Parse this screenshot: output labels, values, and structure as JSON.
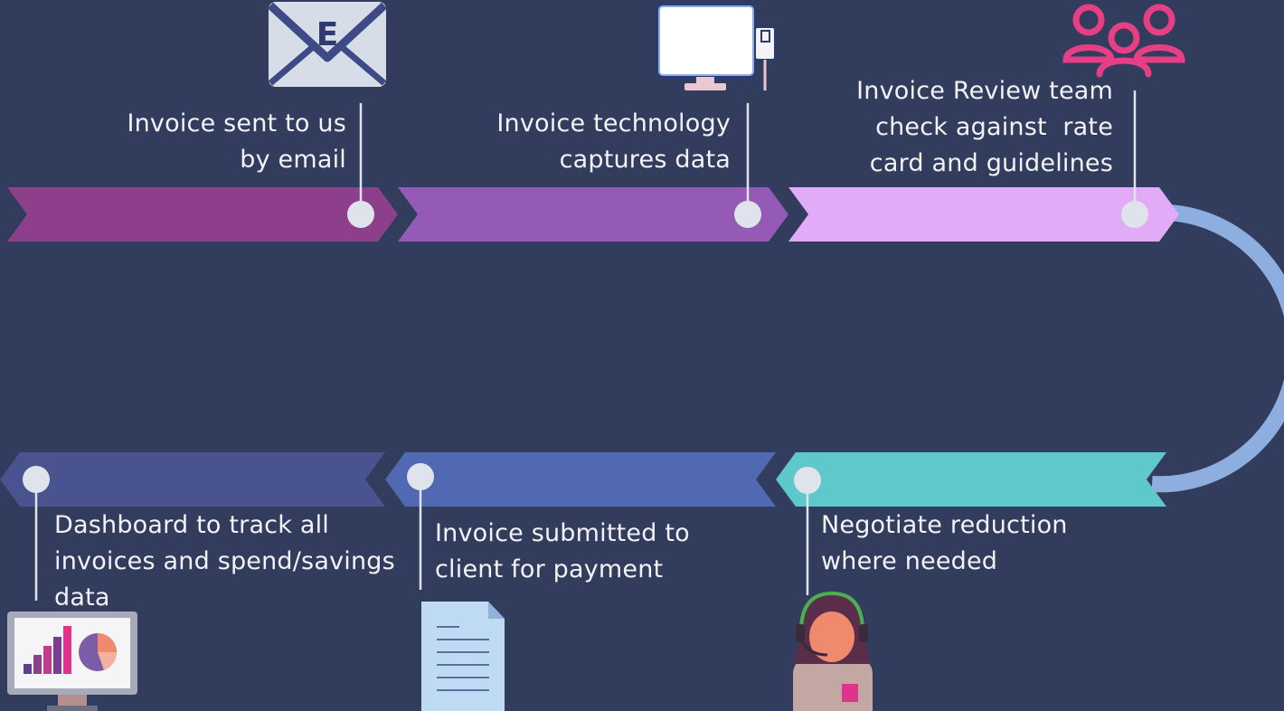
{
  "colors": {
    "background": "#323c5c",
    "step1": "#8e3f8c",
    "step2": "#955ab6",
    "step3": "#e2abf7",
    "step4": "#5ec8ca",
    "step5": "#5169b3",
    "step6": "#48538f",
    "connector_arc": "#8eaee0",
    "markers": "#dfe3ec",
    "text": "#f2f2f7"
  },
  "steps": [
    {
      "label": "Invoice sent to us\nby email",
      "icon": "envelope-icon"
    },
    {
      "label": "Invoice technology\ncaptures data",
      "icon": "computer-monitor-icon"
    },
    {
      "label": "Invoice Review team\ncheck against  rate\ncard and guidelines",
      "icon": "team-people-icon"
    },
    {
      "label": "Negotiate reduction\nwhere needed",
      "icon": "support-agent-headset-icon"
    },
    {
      "label": "Invoice submitted to\nclient for payment",
      "icon": "document-icon"
    },
    {
      "label": "Dashboard to track all\ninvoices and spend/savings\ndata",
      "icon": "dashboard-monitor-icon"
    }
  ],
  "envelope_letter": "E"
}
